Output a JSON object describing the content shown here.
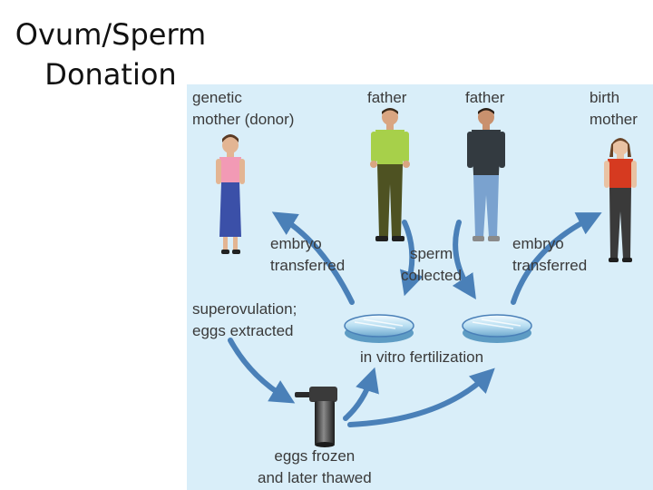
{
  "slide": {
    "title_line1": "Ovum/Sperm",
    "title_line2": "Donation"
  },
  "diagram": {
    "people": {
      "genetic_mother": [
        "genetic",
        "mother (donor)"
      ],
      "father1": "father",
      "father2": "father",
      "birth_mother": [
        "birth",
        "mother"
      ]
    },
    "steps": {
      "embryo_transferred_left": [
        "embryo",
        "transferred"
      ],
      "sperm_collected": [
        "sperm",
        "collected"
      ],
      "embryo_transferred_right": [
        "embryo",
        "transferred"
      ],
      "superovulation": [
        "superovulation;",
        "eggs extracted"
      ],
      "ivf": "in vitro fertilization",
      "eggs_frozen": [
        "eggs frozen",
        "and later thawed"
      ]
    },
    "colors": {
      "panel_bg": "#d9eef9",
      "arrow": "#4a80b8",
      "mother_shirt": "#f29ab5",
      "mother_skirt": "#3b50a8",
      "father1_shirt": "#a7d04a",
      "father1_pants": "#4e5222",
      "father2_shirt": "#333a40",
      "father2_pants": "#7aa2cf",
      "birth_mother_shirt": "#d63a20",
      "birth_mother_pants": "#3a3a3a"
    }
  }
}
